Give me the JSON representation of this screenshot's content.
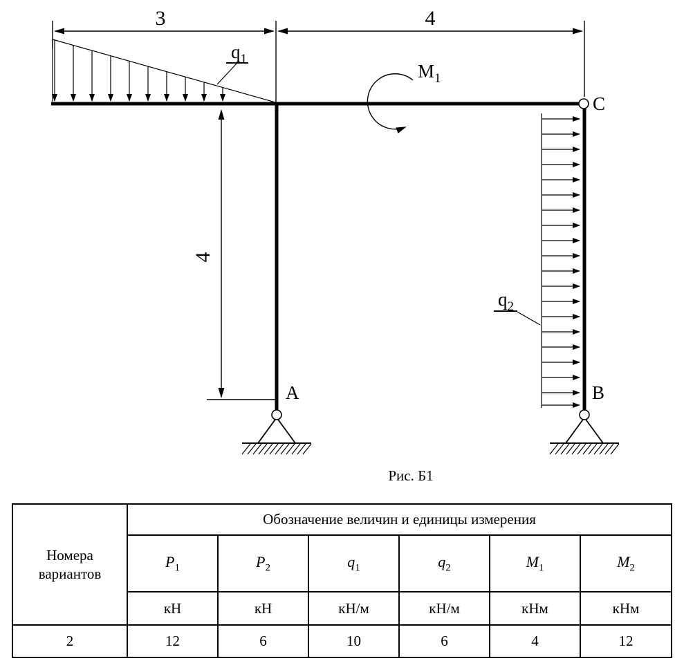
{
  "figure": {
    "dims": {
      "top_left": "3",
      "top_right": "4",
      "left_height": "4"
    },
    "labels": {
      "q1": {
        "base": "q",
        "sub": "1"
      },
      "q2": {
        "base": "q",
        "sub": "2"
      },
      "m1": {
        "base": "M",
        "sub": "1"
      },
      "node_a": "A",
      "node_b": "B",
      "node_c": "C"
    },
    "caption": "Рис. Б1"
  },
  "table": {
    "row_header": "Номера вариантов",
    "group_header": "Обозначение величин и единицы измерения",
    "columns": [
      {
        "base": "P",
        "sub": "1",
        "unit": "кН"
      },
      {
        "base": "P",
        "sub": "2",
        "unit": "кН"
      },
      {
        "base": "q",
        "sub": "1",
        "unit": "кН/м"
      },
      {
        "base": "q",
        "sub": "2",
        "unit": "кН/м"
      },
      {
        "base": "M",
        "sub": "1",
        "unit": "кНм"
      },
      {
        "base": "M",
        "sub": "2",
        "unit": "кНм"
      }
    ],
    "data_row": {
      "variant": "2",
      "values": [
        "12",
        "6",
        "10",
        "6",
        "4",
        "12"
      ]
    }
  }
}
